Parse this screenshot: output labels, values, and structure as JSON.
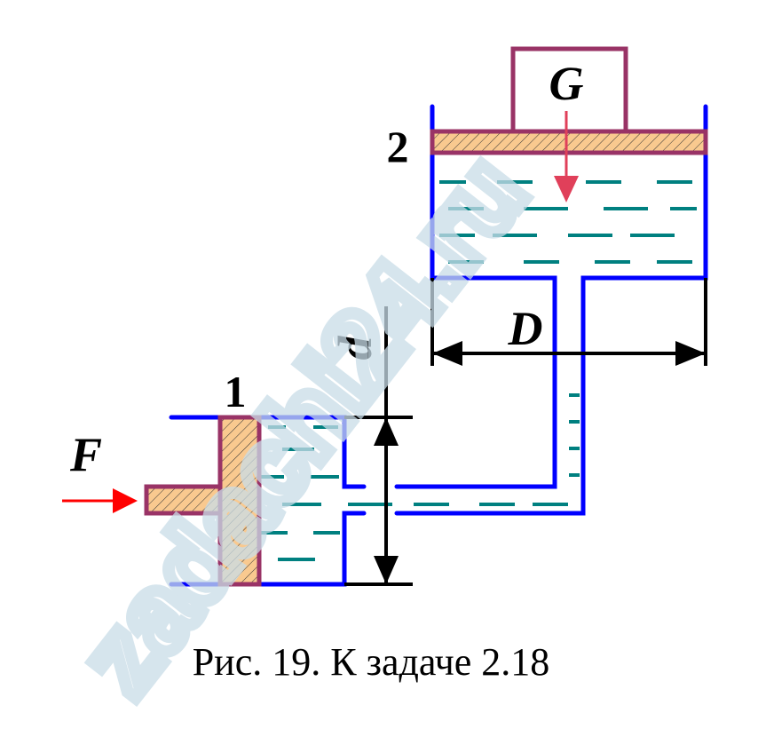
{
  "figure": {
    "labels": {
      "vessel1": "1",
      "vessel2": "2",
      "force": "F",
      "weight": "G",
      "small_diameter": "d",
      "large_diameter": "D"
    },
    "caption": "Рис. 19. К задаче 2.18",
    "watermark": "zadachi24.ru"
  },
  "colors": {
    "wall": "#0000ff",
    "piston_fill": "#f9c98f",
    "piston_border": "#993366",
    "liquid": "#008080",
    "arrow": "#ff0000",
    "dimension": "#000000"
  }
}
